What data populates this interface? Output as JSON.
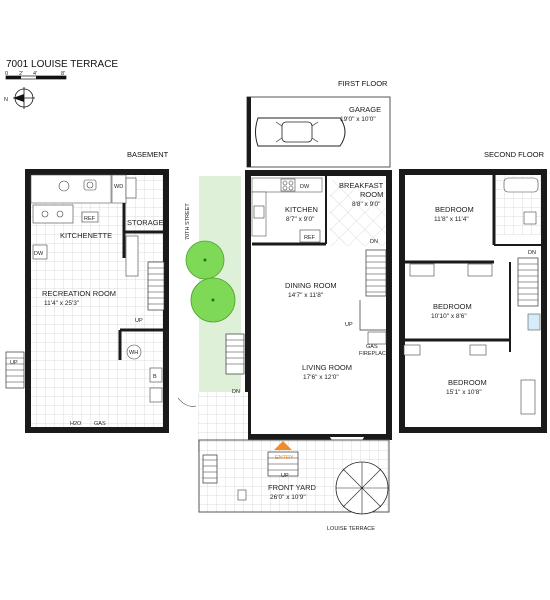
{
  "title": "7001 LOUISE TERRACE",
  "scale": {
    "ticks": [
      "0",
      "2'",
      "4'",
      "8'"
    ]
  },
  "compass": {
    "north": "N"
  },
  "floors": {
    "basement": "BASEMENT",
    "first": "FIRST FLOOR",
    "second": "SECOND FLOOR"
  },
  "streets": {
    "side": "70TH STREET",
    "front": "LOUISE TERRACE"
  },
  "rooms": {
    "garage": {
      "name": "GARAGE",
      "dim": "19'0\" x 10'0\""
    },
    "kitchen": {
      "name": "KITCHEN",
      "dim": "8'7\" x 9'0\""
    },
    "breakfast": {
      "name1": "BREAKFAST",
      "name2": "ROOM",
      "dim": "8'8\" x 9'0\""
    },
    "dining": {
      "name": "DINING ROOM",
      "dim": "14'7\" x 11'8\""
    },
    "living": {
      "name": "LIVING ROOM",
      "dim": "17'6\" x 12'0\""
    },
    "front_yard": {
      "name": "FRONT YARD",
      "dim": "26'0\" x 10'9\""
    },
    "kitchenette": {
      "name": "KITCHENETTE"
    },
    "storage": {
      "name": "STORAGE"
    },
    "recreation": {
      "name": "RECREATION ROOM",
      "dim": "11'4\" x 25'3\""
    },
    "bed1": {
      "name": "BEDROOM",
      "dim": "11'8\" x 11'4\""
    },
    "bed2": {
      "name": "BEDROOM",
      "dim": "10'10\" x 8'6\""
    },
    "bed3": {
      "name": "BEDROOM",
      "dim": "15'1\" x 10'8\""
    }
  },
  "labels": {
    "entry": "ENTRY",
    "gas_fireplace1": "GAS",
    "gas_fireplace2": "FIREPLACE",
    "up": "UP",
    "dn": "DN",
    "dw": "DW",
    "ref": "REF",
    "wd": "WD",
    "wh": "WH",
    "b": "B",
    "h2o": "H2O",
    "gas": "GAS"
  },
  "colors": {
    "wall": "#1a1a1a",
    "lawn": "#dff0d8",
    "tree": "#7ed957",
    "entry_arrow": "#f28c28"
  }
}
